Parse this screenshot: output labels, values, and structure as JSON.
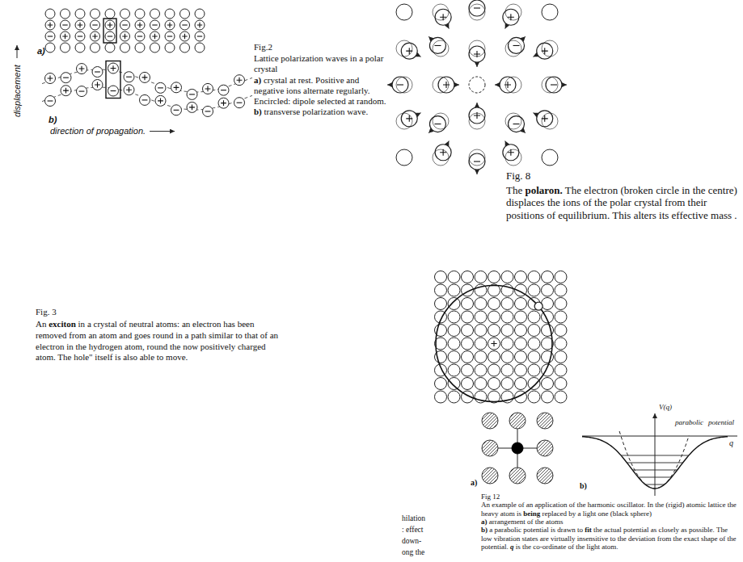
{
  "diagram": {
    "labels": [
      "a)",
      "displacement",
      "b)",
      "direction of propagation.",
      "Fig.2",
      "Lattice polarization waves in a polar crystal",
      "a) crystal at rest. Positive and negative ions alternate regularly. Encircled: dipole selected at random.",
      "b) transverse polarization wave.",
      "Fig. 8",
      "The polaron. The electron (broken circle in the centre) displaces the ions of the polar crystal from their positions of equilibrium. This alters its effective mass .",
      "Fig. 3",
      "An exciton in a crystal of neutral atoms: an electron has been removed from an atom and goes round in a path similar to that of an electron in the hydrogen atom, round the now positively charged atom. The hole\" itself is also able to move.",
      "a)",
      "V(q)",
      "parabolic",
      "potential",
      "q",
      "b)",
      "Fig 12",
      "An example of an application of the harmonic oscillator. In the (rigid) atomic lattice the heavy atom is being replaced by a light one (black sphere)",
      "a) arrangement of the atoms",
      "b) a parabolic potential is drawn to fit the actual potential as closely as possible. The low vibration states are virtually insensitive to the deviation from the exact shape of the potential. q is the co-ordinate of the light atom.",
      "hilation",
      ": effect",
      "down-",
      "ong the"
    ]
  }
}
